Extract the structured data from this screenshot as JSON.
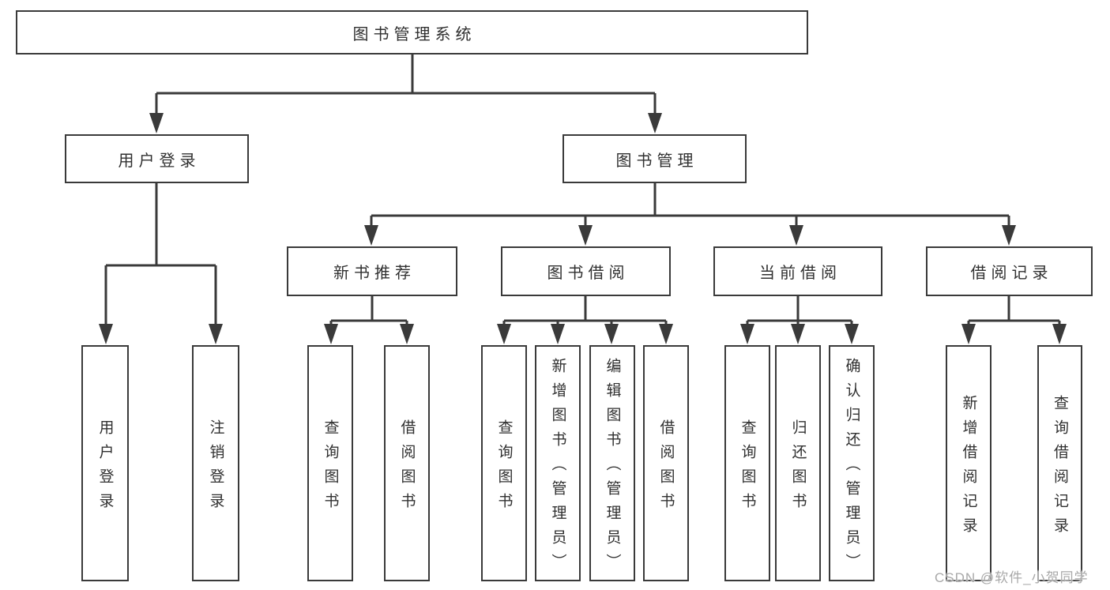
{
  "colors": {
    "line": "#3a3a3a",
    "text": "#303030",
    "background": "#ffffff",
    "watermark": "#a8a8a8"
  },
  "watermark": "CSDN @软件_小贺同学",
  "tree": {
    "label": "图书管理系统",
    "children": [
      {
        "label": "用户登录",
        "children": [
          {
            "label": "用户登录"
          },
          {
            "label": "注销登录"
          }
        ]
      },
      {
        "label": "图书管理",
        "children": [
          {
            "label": "新书推荐",
            "children": [
              {
                "label": "查询图书"
              },
              {
                "label": "借阅图书"
              }
            ]
          },
          {
            "label": "图书借阅",
            "children": [
              {
                "label": "查询图书"
              },
              {
                "label": "新增图书（管理员）"
              },
              {
                "label": "编辑图书（管理员）"
              },
              {
                "label": "借阅图书"
              }
            ]
          },
          {
            "label": "当前借阅",
            "children": [
              {
                "label": "查询图书"
              },
              {
                "label": "归还图书"
              },
              {
                "label": "确认归还（管理员）"
              }
            ]
          },
          {
            "label": "借阅记录",
            "children": [
              {
                "label": "新增借阅记录"
              },
              {
                "label": "查询借阅记录"
              }
            ]
          }
        ]
      }
    ]
  }
}
